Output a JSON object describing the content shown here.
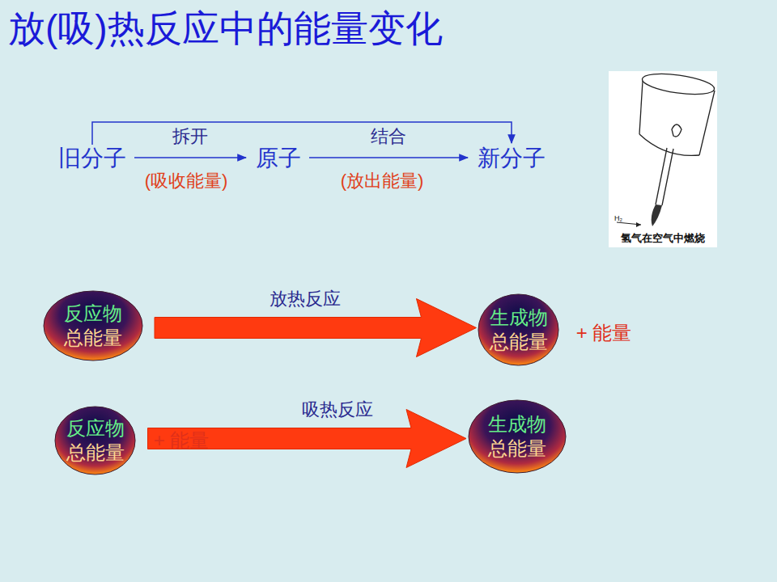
{
  "diagram": {
    "title": "放(吸)热反应中的能量变化",
    "nodes": [
      {
        "text": [
          "旧分子"
        ]
      },
      {
        "text": [
          "原子"
        ]
      },
      {
        "text": [
          "新分子"
        ]
      },
      {
        "text": [
          "反应物",
          "总能量"
        ]
      },
      {
        "text": [
          "生成物",
          "总能量"
        ]
      },
      {
        "text": [
          "反应物",
          "总能量"
        ]
      },
      {
        "text": [
          "生成物",
          "总能量"
        ]
      }
    ],
    "edges": [
      {
        "from": 0,
        "to": 1,
        "label": "拆开",
        "arrow": "to"
      },
      {
        "from": 1,
        "to": 2,
        "label": "结合",
        "arrow": "to"
      },
      {
        "from": 0,
        "to": 2,
        "arrow": "to"
      },
      {
        "from": 3,
        "to": 4,
        "label": "放热反应",
        "arrow": "to"
      },
      {
        "from": 5,
        "to": 6,
        "label": "吸热反应",
        "arrow": "to"
      }
    ],
    "labels": [
      "(吸收能量)",
      "(放出能量)",
      "+ 能量",
      "+ 能量",
      "H₂",
      "氢气在空气中燃烧"
    ]
  }
}
